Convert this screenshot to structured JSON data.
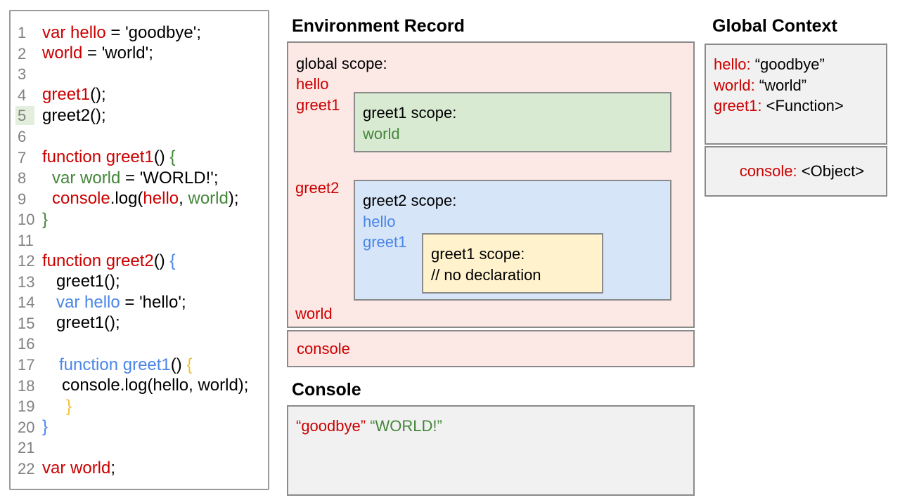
{
  "colors": {
    "red": "#cc0000",
    "green": "#44863a",
    "blue": "#4a86e8",
    "gold": "#f1c232",
    "black": "#000000",
    "gray": "#808080",
    "pink_bg": "#fce9e6",
    "green_bg": "#d9ead3",
    "blue_bg": "#d6e5f8",
    "yellow_bg": "#fff2cc",
    "gray_bg": "#f1f1f1",
    "border": "#8a8a8a",
    "highlight_bg": "#e4eedd"
  },
  "code_editor": {
    "highlighted_line": 5,
    "lines": [
      {
        "n": 1,
        "indent": 0,
        "segments": [
          {
            "t": "var hello",
            "c": "red"
          },
          {
            "t": " = 'goodbye';",
            "c": "black"
          }
        ]
      },
      {
        "n": 2,
        "indent": 0,
        "segments": [
          {
            "t": "world",
            "c": "red"
          },
          {
            "t": " = 'world';",
            "c": "black"
          }
        ]
      },
      {
        "n": 3,
        "indent": 0,
        "segments": []
      },
      {
        "n": 4,
        "indent": 0,
        "segments": [
          {
            "t": "greet1",
            "c": "red"
          },
          {
            "t": "();",
            "c": "black"
          }
        ]
      },
      {
        "n": 5,
        "indent": 0,
        "segments": [
          {
            "t": "greet2();",
            "c": "black"
          }
        ]
      },
      {
        "n": 6,
        "indent": 0,
        "segments": []
      },
      {
        "n": 7,
        "indent": 0,
        "segments": [
          {
            "t": "function greet1",
            "c": "red"
          },
          {
            "t": "() ",
            "c": "black"
          },
          {
            "t": "{",
            "c": "green"
          }
        ]
      },
      {
        "n": 8,
        "indent": 14,
        "segments": [
          {
            "t": "var world",
            "c": "green"
          },
          {
            "t": " = 'WORLD!';",
            "c": "black"
          }
        ]
      },
      {
        "n": 9,
        "indent": 14,
        "segments": [
          {
            "t": "console",
            "c": "red"
          },
          {
            "t": ".log(",
            "c": "black"
          },
          {
            "t": "hello",
            "c": "red"
          },
          {
            "t": ", ",
            "c": "black"
          },
          {
            "t": "world",
            "c": "green"
          },
          {
            "t": ");",
            "c": "black"
          }
        ]
      },
      {
        "n": 10,
        "indent": 0,
        "segments": [
          {
            "t": "}",
            "c": "green"
          }
        ]
      },
      {
        "n": 11,
        "indent": 0,
        "segments": []
      },
      {
        "n": 12,
        "indent": 0,
        "segments": [
          {
            "t": "function greet2",
            "c": "red"
          },
          {
            "t": "() ",
            "c": "black"
          },
          {
            "t": "{",
            "c": "blue"
          }
        ]
      },
      {
        "n": 13,
        "indent": 20,
        "segments": [
          {
            "t": "greet1();",
            "c": "black"
          }
        ]
      },
      {
        "n": 14,
        "indent": 20,
        "segments": [
          {
            "t": "var hello",
            "c": "blue"
          },
          {
            "t": " = 'hello';",
            "c": "black"
          }
        ]
      },
      {
        "n": 15,
        "indent": 20,
        "segments": [
          {
            "t": "greet1();",
            "c": "black"
          }
        ]
      },
      {
        "n": 16,
        "indent": 0,
        "segments": []
      },
      {
        "n": 17,
        "indent": 24,
        "segments": [
          {
            "t": "function greet1",
            "c": "blue"
          },
          {
            "t": "() ",
            "c": "black"
          },
          {
            "t": "{",
            "c": "gold"
          }
        ]
      },
      {
        "n": 18,
        "indent": 28,
        "segments": [
          {
            "t": "console.log(hello, world);",
            "c": "black"
          }
        ]
      },
      {
        "n": 19,
        "indent": 34,
        "segments": [
          {
            "t": "}",
            "c": "gold"
          }
        ]
      },
      {
        "n": 20,
        "indent": 0,
        "segments": [
          {
            "t": "}",
            "c": "blue"
          }
        ]
      },
      {
        "n": 21,
        "indent": 0,
        "segments": []
      },
      {
        "n": 22,
        "indent": 0,
        "segments": [
          {
            "t": "var world",
            "c": "red"
          },
          {
            "t": ";",
            "c": "black"
          }
        ]
      }
    ]
  },
  "environment_record": {
    "title": "Environment Record",
    "global_scope": {
      "label": "global scope:",
      "hello": "hello",
      "greet1": "greet1",
      "greet2": "greet2",
      "world": "world"
    },
    "greet1_scope": {
      "label": "greet1 scope:",
      "world": "world"
    },
    "greet2_scope": {
      "label": "greet2 scope:",
      "hello": "hello",
      "greet1": "greet1"
    },
    "inner_greet1_scope": {
      "label": "greet1 scope:",
      "comment": "// no declaration"
    },
    "console_record": {
      "label": "console"
    }
  },
  "console_panel": {
    "title": "Console",
    "output": [
      {
        "t": "“goodbye”",
        "c": "red"
      },
      {
        "t": " ",
        "c": "black"
      },
      {
        "t": "“WORLD!”",
        "c": "green"
      }
    ]
  },
  "global_context": {
    "title": "Global Context",
    "variables": [
      {
        "name": "hello:",
        "value": "“goodbye”"
      },
      {
        "name": "world:",
        "value": "“world”"
      },
      {
        "name": "greet1:",
        "value": "<Function>"
      }
    ],
    "console_object": {
      "name": "console:",
      "value": "<Object>"
    }
  }
}
